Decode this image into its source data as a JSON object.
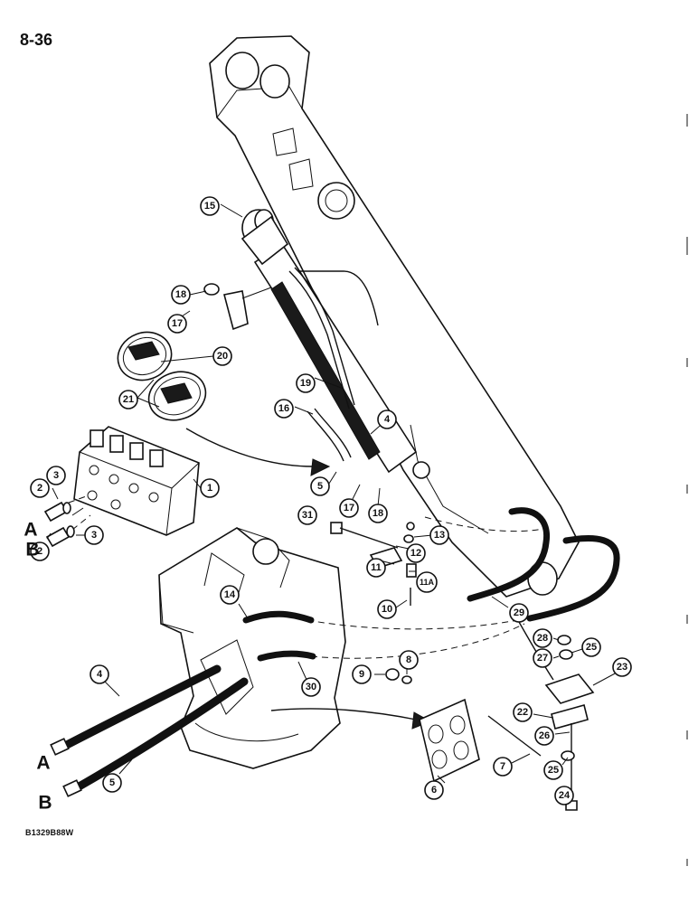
{
  "page": {
    "number": "8-36",
    "figure_code": "B1329B88W"
  },
  "callouts": [
    "1",
    "2",
    "2",
    "3",
    "3",
    "4",
    "4",
    "5",
    "5",
    "6",
    "7",
    "8",
    "9",
    "10",
    "11",
    "11A",
    "12",
    "13",
    "14",
    "15",
    "16",
    "17",
    "17",
    "18",
    "18",
    "19",
    "20",
    "21",
    "22",
    "23",
    "24",
    "25",
    "25",
    "26",
    "27",
    "28",
    "29",
    "30",
    "31"
  ],
  "port_labels": [
    "A",
    "B",
    "A",
    "B"
  ]
}
